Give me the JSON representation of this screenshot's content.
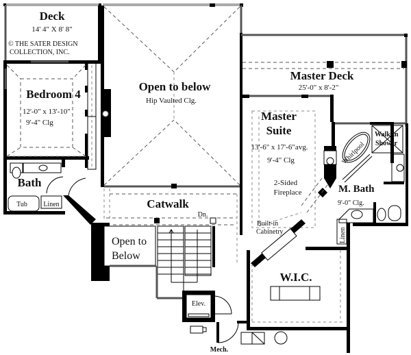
{
  "plan": {
    "copyright_line1": "© THE SATER DESIGN",
    "copyright_line2": "COLLECTION, INC.",
    "rooms": {
      "deck": {
        "name": "Deck",
        "size": "14' 4\" X 8' 8\""
      },
      "bedroom4": {
        "name": "Bedroom 4",
        "size": "12'-0\" x 13'-10\"",
        "ceiling": "9'-4\" Clg"
      },
      "open_below_main": {
        "name": "Open to below",
        "note": "Hip Vaulted Clg."
      },
      "master_deck": {
        "name": "Master Deck",
        "size": "25'-0\" x 8'-2\""
      },
      "master_suite": {
        "name_line1": "Master",
        "name_line2": "Suite",
        "size": "13'-6\" x 17'-6\"avg.",
        "ceiling": "9'-4\" Clg"
      },
      "bath": {
        "name": "Bath",
        "tub": "Tub",
        "linen": "Linen"
      },
      "catwalk": {
        "name": "Catwalk",
        "stairs_down": "Dn."
      },
      "open_below_small": {
        "line1": "Open to",
        "line2": "Below"
      },
      "fireplace": {
        "line1": "2-Sided",
        "line2": "Fireplace"
      },
      "whirlpool": "Whirlpool",
      "walkin_shower": {
        "line1": "Walk-in",
        "line2": "Shower"
      },
      "master_bath": {
        "name": "M. Bath",
        "ceiling": "9'-0\" Clg.",
        "linen": "Linen"
      },
      "builtin": {
        "line1": "Built-in",
        "line2": "Cabinetry"
      },
      "wic": {
        "name": "W.I.C."
      },
      "elevator": {
        "name": "Elev."
      },
      "mech": {
        "name": "Mech."
      }
    }
  }
}
